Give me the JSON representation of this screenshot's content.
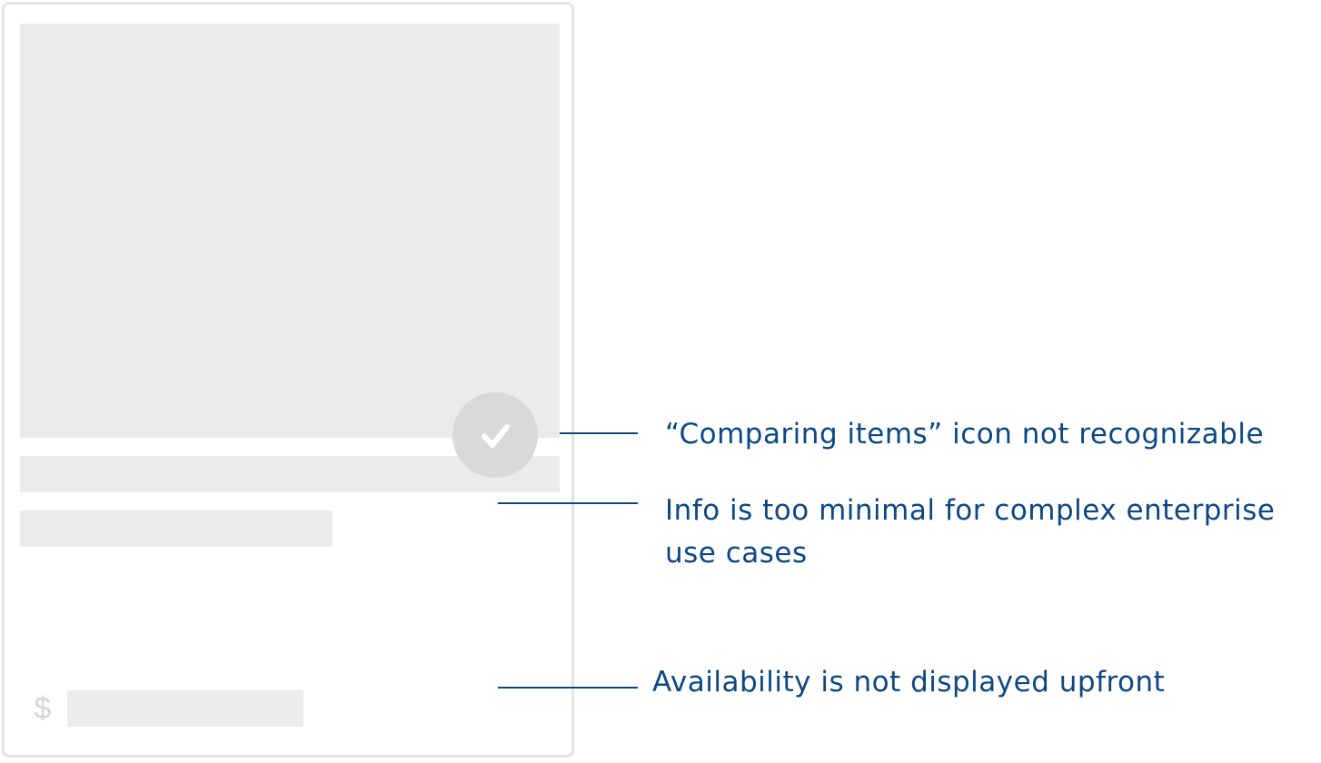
{
  "card": {
    "currency_symbol": "$",
    "compare_icon": "checkmark-icon"
  },
  "annotations": [
    {
      "lines": [
        "“Comparing items” icon not recognizable"
      ]
    },
    {
      "lines": [
        "Info is too minimal for complex enterprise",
        "use cases"
      ]
    },
    {
      "lines": [
        "Availability is not displayed upfront"
      ]
    }
  ],
  "colors": {
    "annotation_text": "#0e4780",
    "leader_line": "#0e4780",
    "placeholder": "#ebebeb",
    "card_border": "#e3e3e3",
    "compare_badge": "#d9d9d9"
  }
}
